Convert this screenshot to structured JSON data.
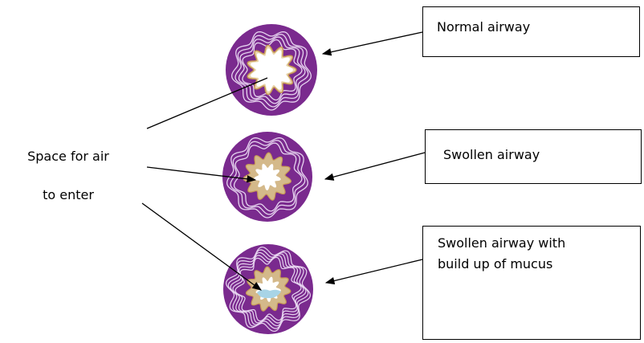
{
  "labels": {
    "normal_airway": "Normal airway",
    "swollen_airway": "Swollen airway",
    "mucus_line1": "Swollen airway with",
    "mucus_line2": "build up of mucus",
    "space_line1": "Space for air",
    "space_line2": "to enter"
  },
  "colors": {
    "outer_wall": "#7a2a8e",
    "wall_lines": "#e6d3ef",
    "swollen_lining": "#d4b98a",
    "lining_edge": "#c89a55",
    "mucus": "#a8d4e6",
    "lumen": "#ffffff",
    "arrows": "#000000"
  }
}
